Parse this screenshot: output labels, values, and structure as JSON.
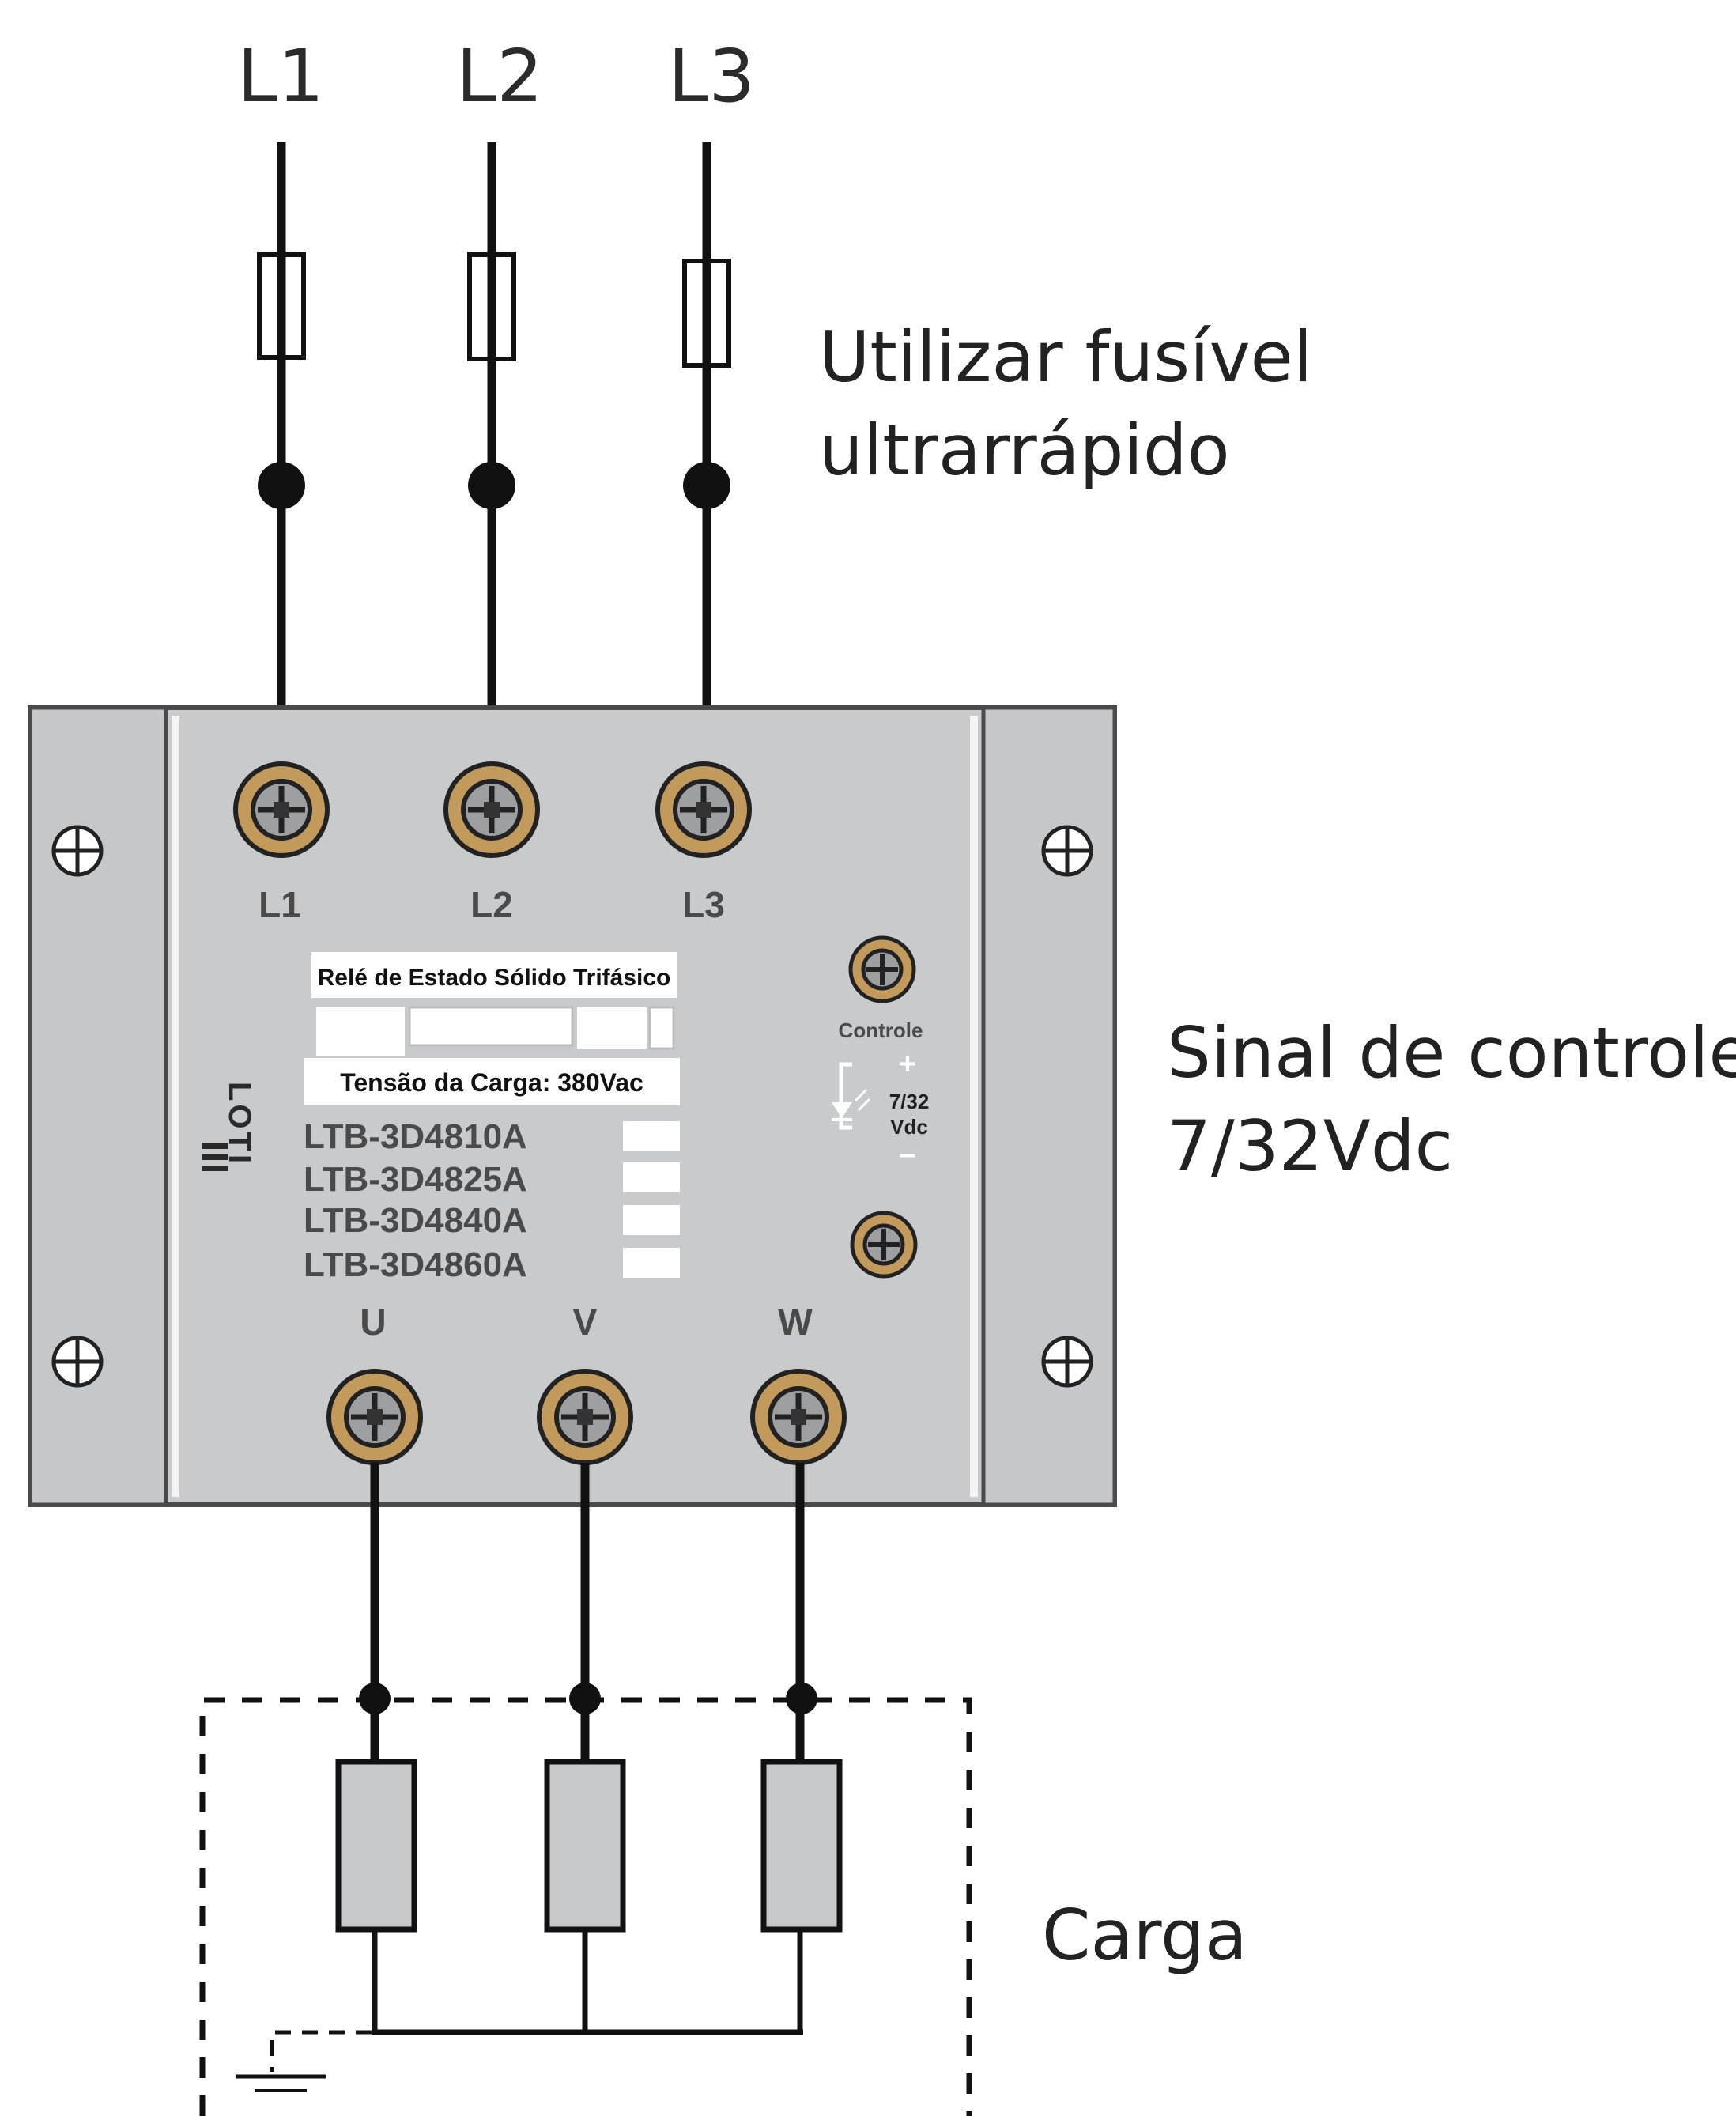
{
  "lines": {
    "l1": "L1",
    "l2": "L2",
    "l3": "L3"
  },
  "notes": {
    "fuse_line1": "Utilizar fusível",
    "fuse_line2": "ultrarrápido",
    "control_line1": "Sinal de controle",
    "control_line2": "7/32Vdc",
    "load": "Carga"
  },
  "relay": {
    "brand": "LOTI",
    "title": "Relé de Estado Sólido Trifásico",
    "voltage": "Tensão da Carga: 380Vac",
    "models": [
      "LTB-3D4810A",
      "LTB-3D4825A",
      "LTB-3D4840A",
      "LTB-3D4860A"
    ],
    "input_labels": [
      "L1",
      "L2",
      "L3"
    ],
    "output_labels": [
      "U",
      "V",
      "W"
    ],
    "control_label": "Controle",
    "control_plus": "+",
    "control_volt1": "7/32",
    "control_volt2": "Vdc",
    "control_minus": "−"
  },
  "colors": {
    "wire": "#111111",
    "housing": "#c9cacc",
    "terminal_ring": "#c29a5c",
    "load_resistor": "#c8c9cb"
  }
}
